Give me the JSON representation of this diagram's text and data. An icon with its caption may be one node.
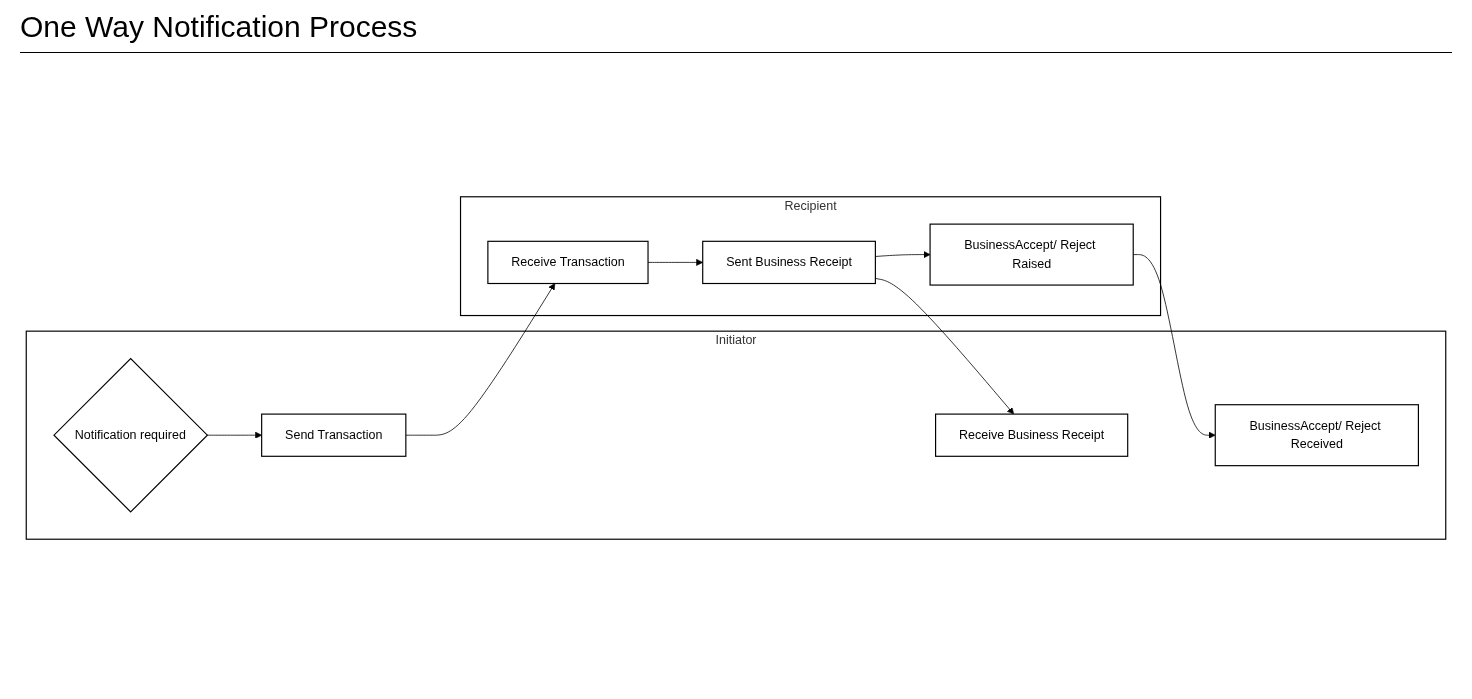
{
  "diagram": {
    "title": "One Way Notification Process",
    "nodes": [
      {
        "text": [
          "Initiator"
        ]
      },
      {
        "text": [
          "Notification required"
        ],
        "in": 0
      },
      {
        "text": [
          "Send Transaction"
        ],
        "in": 0
      },
      {
        "text": [
          "Receive Business Receipt"
        ],
        "in": 0
      },
      {
        "text": [
          "BusinessAccept/ Reject Received"
        ],
        "in": 0
      },
      {
        "text": [
          "Recipient"
        ]
      },
      {
        "text": [
          "Receive Transaction"
        ],
        "in": 5
      },
      {
        "text": [
          "Sent Business Receipt"
        ],
        "in": 5
      },
      {
        "text": [
          "BusinessAccept/ Reject Raised"
        ],
        "in": 5
      }
    ],
    "edges": [
      {
        "from": 1,
        "to": 2,
        "arrow": "to"
      },
      {
        "from": 2,
        "to": 6,
        "arrow": "to"
      },
      {
        "from": 6,
        "to": 7,
        "arrow": "to"
      },
      {
        "from": 7,
        "to": 3,
        "arrow": "to"
      },
      {
        "from": 7,
        "to": 8,
        "arrow": "to"
      },
      {
        "from": 8,
        "to": 4,
        "arrow": "to"
      }
    ]
  }
}
